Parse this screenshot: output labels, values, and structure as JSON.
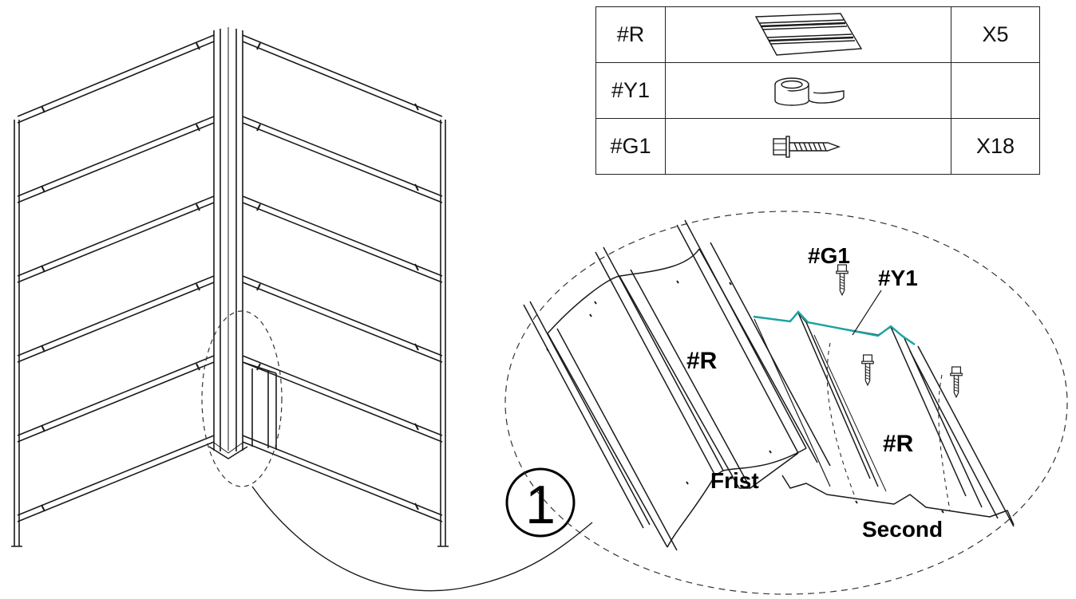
{
  "parts": [
    {
      "code": "#R",
      "icon": "roof-panel-icon",
      "qty": "X5"
    },
    {
      "code": "#Y1",
      "icon": "sealing-tape-icon",
      "qty": ""
    },
    {
      "code": "#G1",
      "icon": "self-drilling-screw-icon",
      "qty": "X18"
    }
  ],
  "step": {
    "number": "1"
  },
  "detail_labels": {
    "screw": "#G1",
    "tape": "#Y1",
    "panel_first_code": "#R",
    "panel_second_code": "#R",
    "first": "Frist",
    "second": "Second"
  },
  "colors": {
    "tape": "#1aa3a3",
    "line": "#1a1a1a"
  }
}
